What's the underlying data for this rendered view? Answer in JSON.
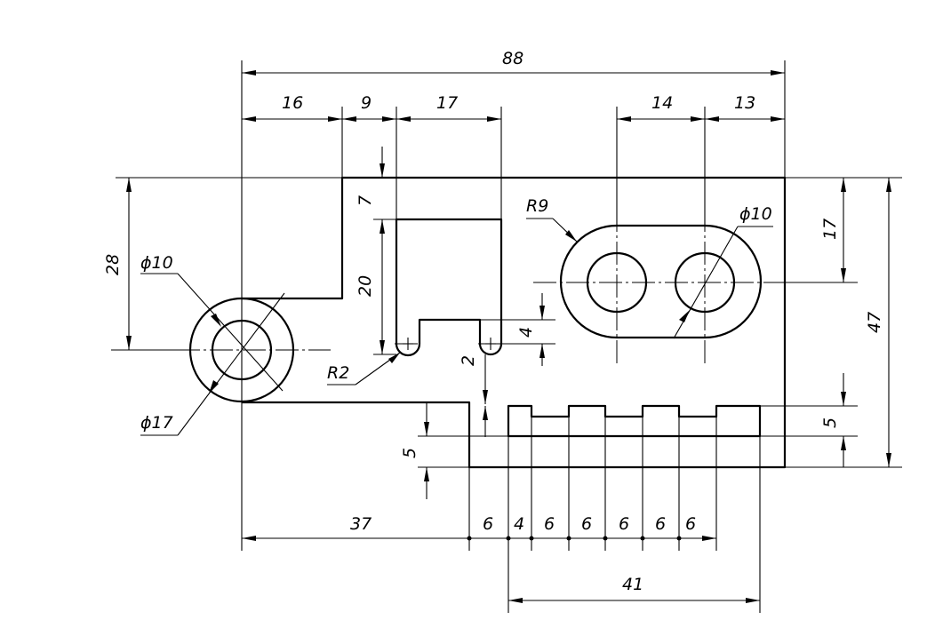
{
  "dims": {
    "overall_width": "88",
    "w16": "16",
    "w9": "9",
    "w17": "17",
    "w14": "14",
    "w13": "13",
    "h28": "28",
    "h7": "7",
    "h20": "20",
    "h4": "4",
    "h2": "2",
    "h5_left": "5",
    "h17": "17",
    "h47": "47",
    "h5_right": "5",
    "d37": "37",
    "s6a": "6",
    "s4": "4",
    "s6b": "6",
    "s6c": "6",
    "s6d": "6",
    "s6e": "6",
    "s6f": "6",
    "d41": "41"
  },
  "callouts": {
    "dia10_left": "ϕ10",
    "dia17": "ϕ17",
    "r2": "R2",
    "r9": "R9",
    "dia10_right": "ϕ10"
  }
}
